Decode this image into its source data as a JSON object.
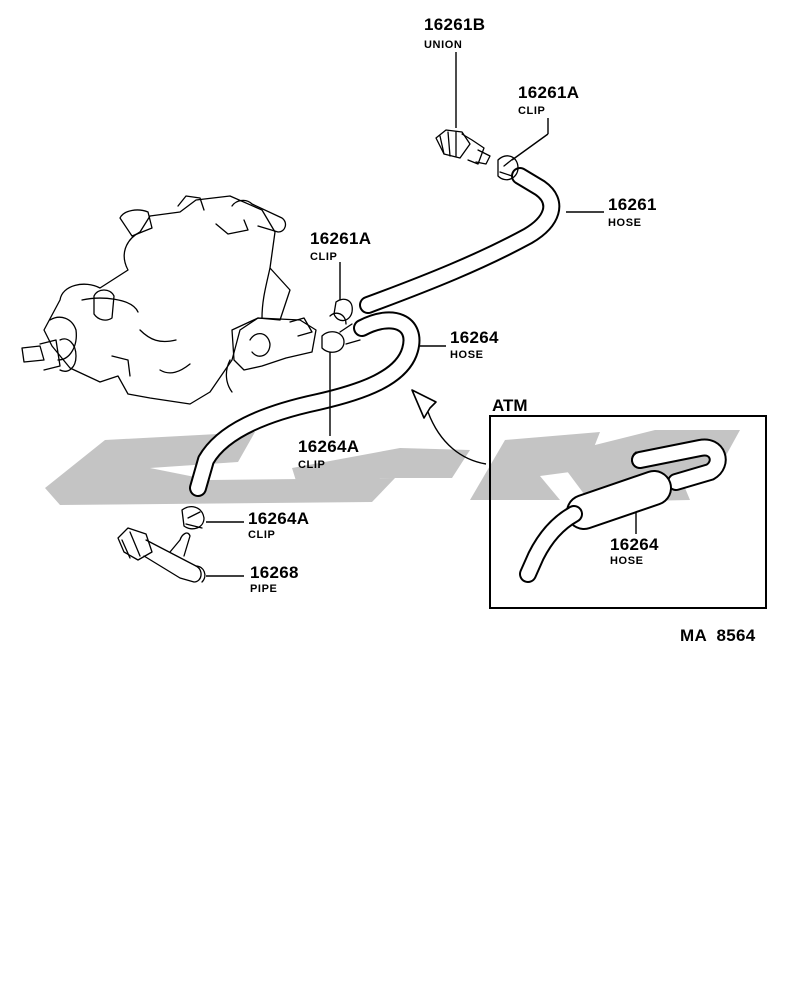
{
  "callouts": [
    {
      "id": "union-16261b",
      "part_no": "16261B",
      "name": "UNION"
    },
    {
      "id": "clip-16261a-top",
      "part_no": "16261A",
      "name": "CLIP"
    },
    {
      "id": "hose-16261",
      "part_no": "16261",
      "name": "HOSE"
    },
    {
      "id": "clip-16261a-mid",
      "part_no": "16261A",
      "name": "CLIP"
    },
    {
      "id": "hose-16264",
      "part_no": "16264",
      "name": "HOSE"
    },
    {
      "id": "clip-16264a-mid",
      "part_no": "16264A",
      "name": "CLIP"
    },
    {
      "id": "clip-16264a-low",
      "part_no": "16264A",
      "name": "CLIP"
    },
    {
      "id": "pipe-16268",
      "part_no": "16268",
      "name": "PIPE"
    },
    {
      "id": "hose-16264-atm",
      "part_no": "16264",
      "name": "HOSE"
    }
  ],
  "inset": {
    "title": "ATM"
  },
  "figure_code": "MA  8564",
  "watermark_color": "#c4c4c4"
}
